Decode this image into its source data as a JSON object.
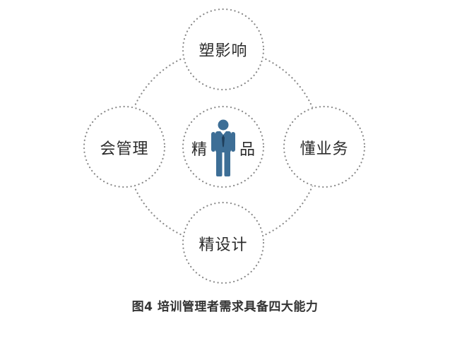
{
  "nodes": {
    "top": "塑影响",
    "left": "会管理",
    "right": "懂业务",
    "bottom": "精设计"
  },
  "center": {
    "left_char": "精",
    "right_char": "品",
    "icon": "businessman-icon"
  },
  "caption": "图4 培训管理者需求具备四大能力",
  "colors": {
    "dots": "#8a8a8a",
    "figure": "#3d6e96",
    "tie": "#1f3f5c",
    "text": "#2b2b2b"
  }
}
